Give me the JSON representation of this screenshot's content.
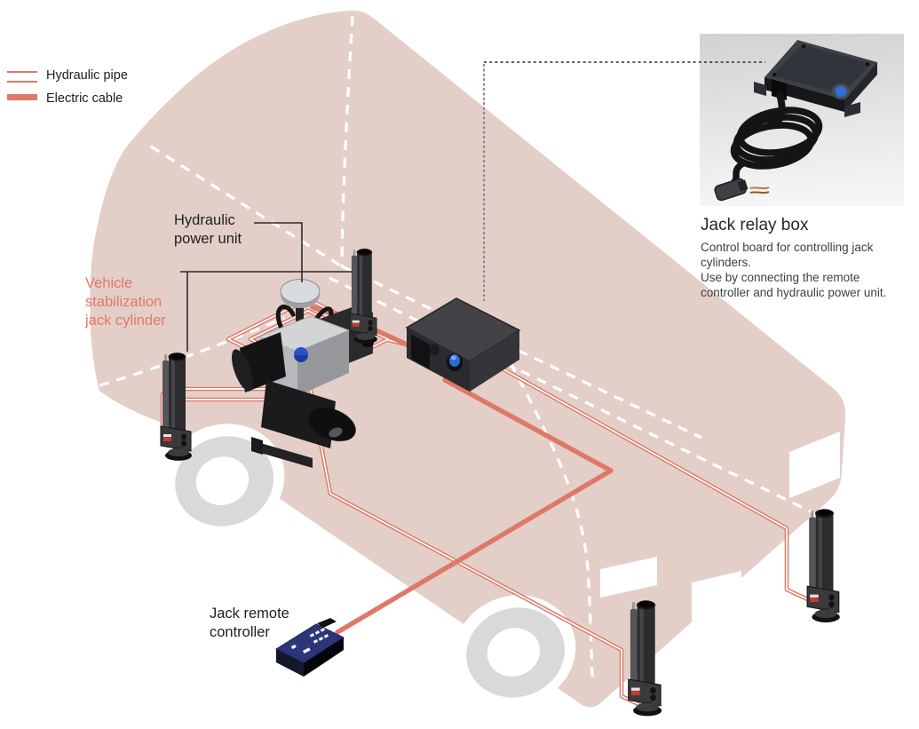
{
  "legend": {
    "hydraulic_pipe_label": "Hydraulic pipe",
    "electric_cable_label": "Electric cable"
  },
  "callouts": {
    "hydraulic_power_unit": {
      "line1": "Hydraulic",
      "line2": "power unit"
    },
    "vehicle_jack": {
      "line1": "Vehicle",
      "line2": "stabilization",
      "line3": "jack cylinder"
    },
    "remote": {
      "line1": "Jack remote",
      "line2": "controller"
    }
  },
  "inset": {
    "title": "Jack relay box",
    "desc1": "Control board for controlling jack",
    "desc2": "cylinders.",
    "desc3": "Use by connecting the remote",
    "desc4": "controller and hydraulic power unit."
  },
  "colors": {
    "vehicle_body": "#e4cfc8",
    "pipe_and_cable": "#dd7968",
    "accent_text": "#e0786a",
    "dark_text": "#1e1e1e",
    "connector_blue": "#2a6bd3",
    "remote_blue": "#2c3577",
    "inset_bg_top": "#d2d2d2",
    "inset_bg_bottom": "#f5f5f5",
    "wheel_gray": "#d9d9d9"
  }
}
